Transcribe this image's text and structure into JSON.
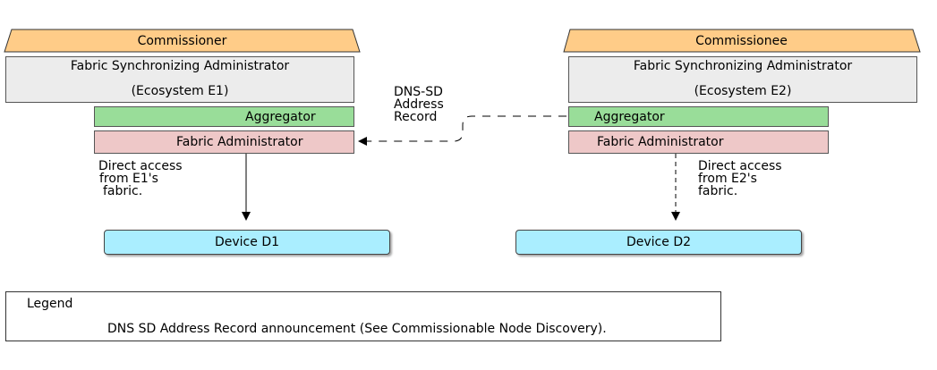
{
  "commissioner": {
    "title": "Commissioner",
    "fsa_line1": "Fabric Synchronizing Administrator",
    "fsa_line2": "(Ecosystem E1)",
    "aggregator": "Aggregator",
    "fabric_admin": "Fabric Administrator",
    "access_line1": "Direct access",
    "access_line2": "from E1's",
    "access_line3": "fabric.",
    "device": "Device D1"
  },
  "commissionee": {
    "title": "Commissionee",
    "fsa_line1": "Fabric Synchronizing Administrator",
    "fsa_line2": "(Ecosystem E2)",
    "aggregator": "Aggregator",
    "fabric_admin": "Fabric Administrator",
    "access_line1": "Direct access",
    "access_line2": "from E2's",
    "access_line3": "fabric.",
    "device": "Device D2"
  },
  "dns_label": {
    "line1": "DNS-SD",
    "line2": "Address",
    "line3": "Record"
  },
  "legend": {
    "title": "Legend",
    "entry": "DNS SD Address Record announcement (See Commissionable Node Discovery)."
  },
  "colors": {
    "tab": "#ffcc88",
    "fsa": "#ececec",
    "aggregator": "#99dd99",
    "fabric_admin": "#eec8c8",
    "device": "#aaeeff"
  }
}
